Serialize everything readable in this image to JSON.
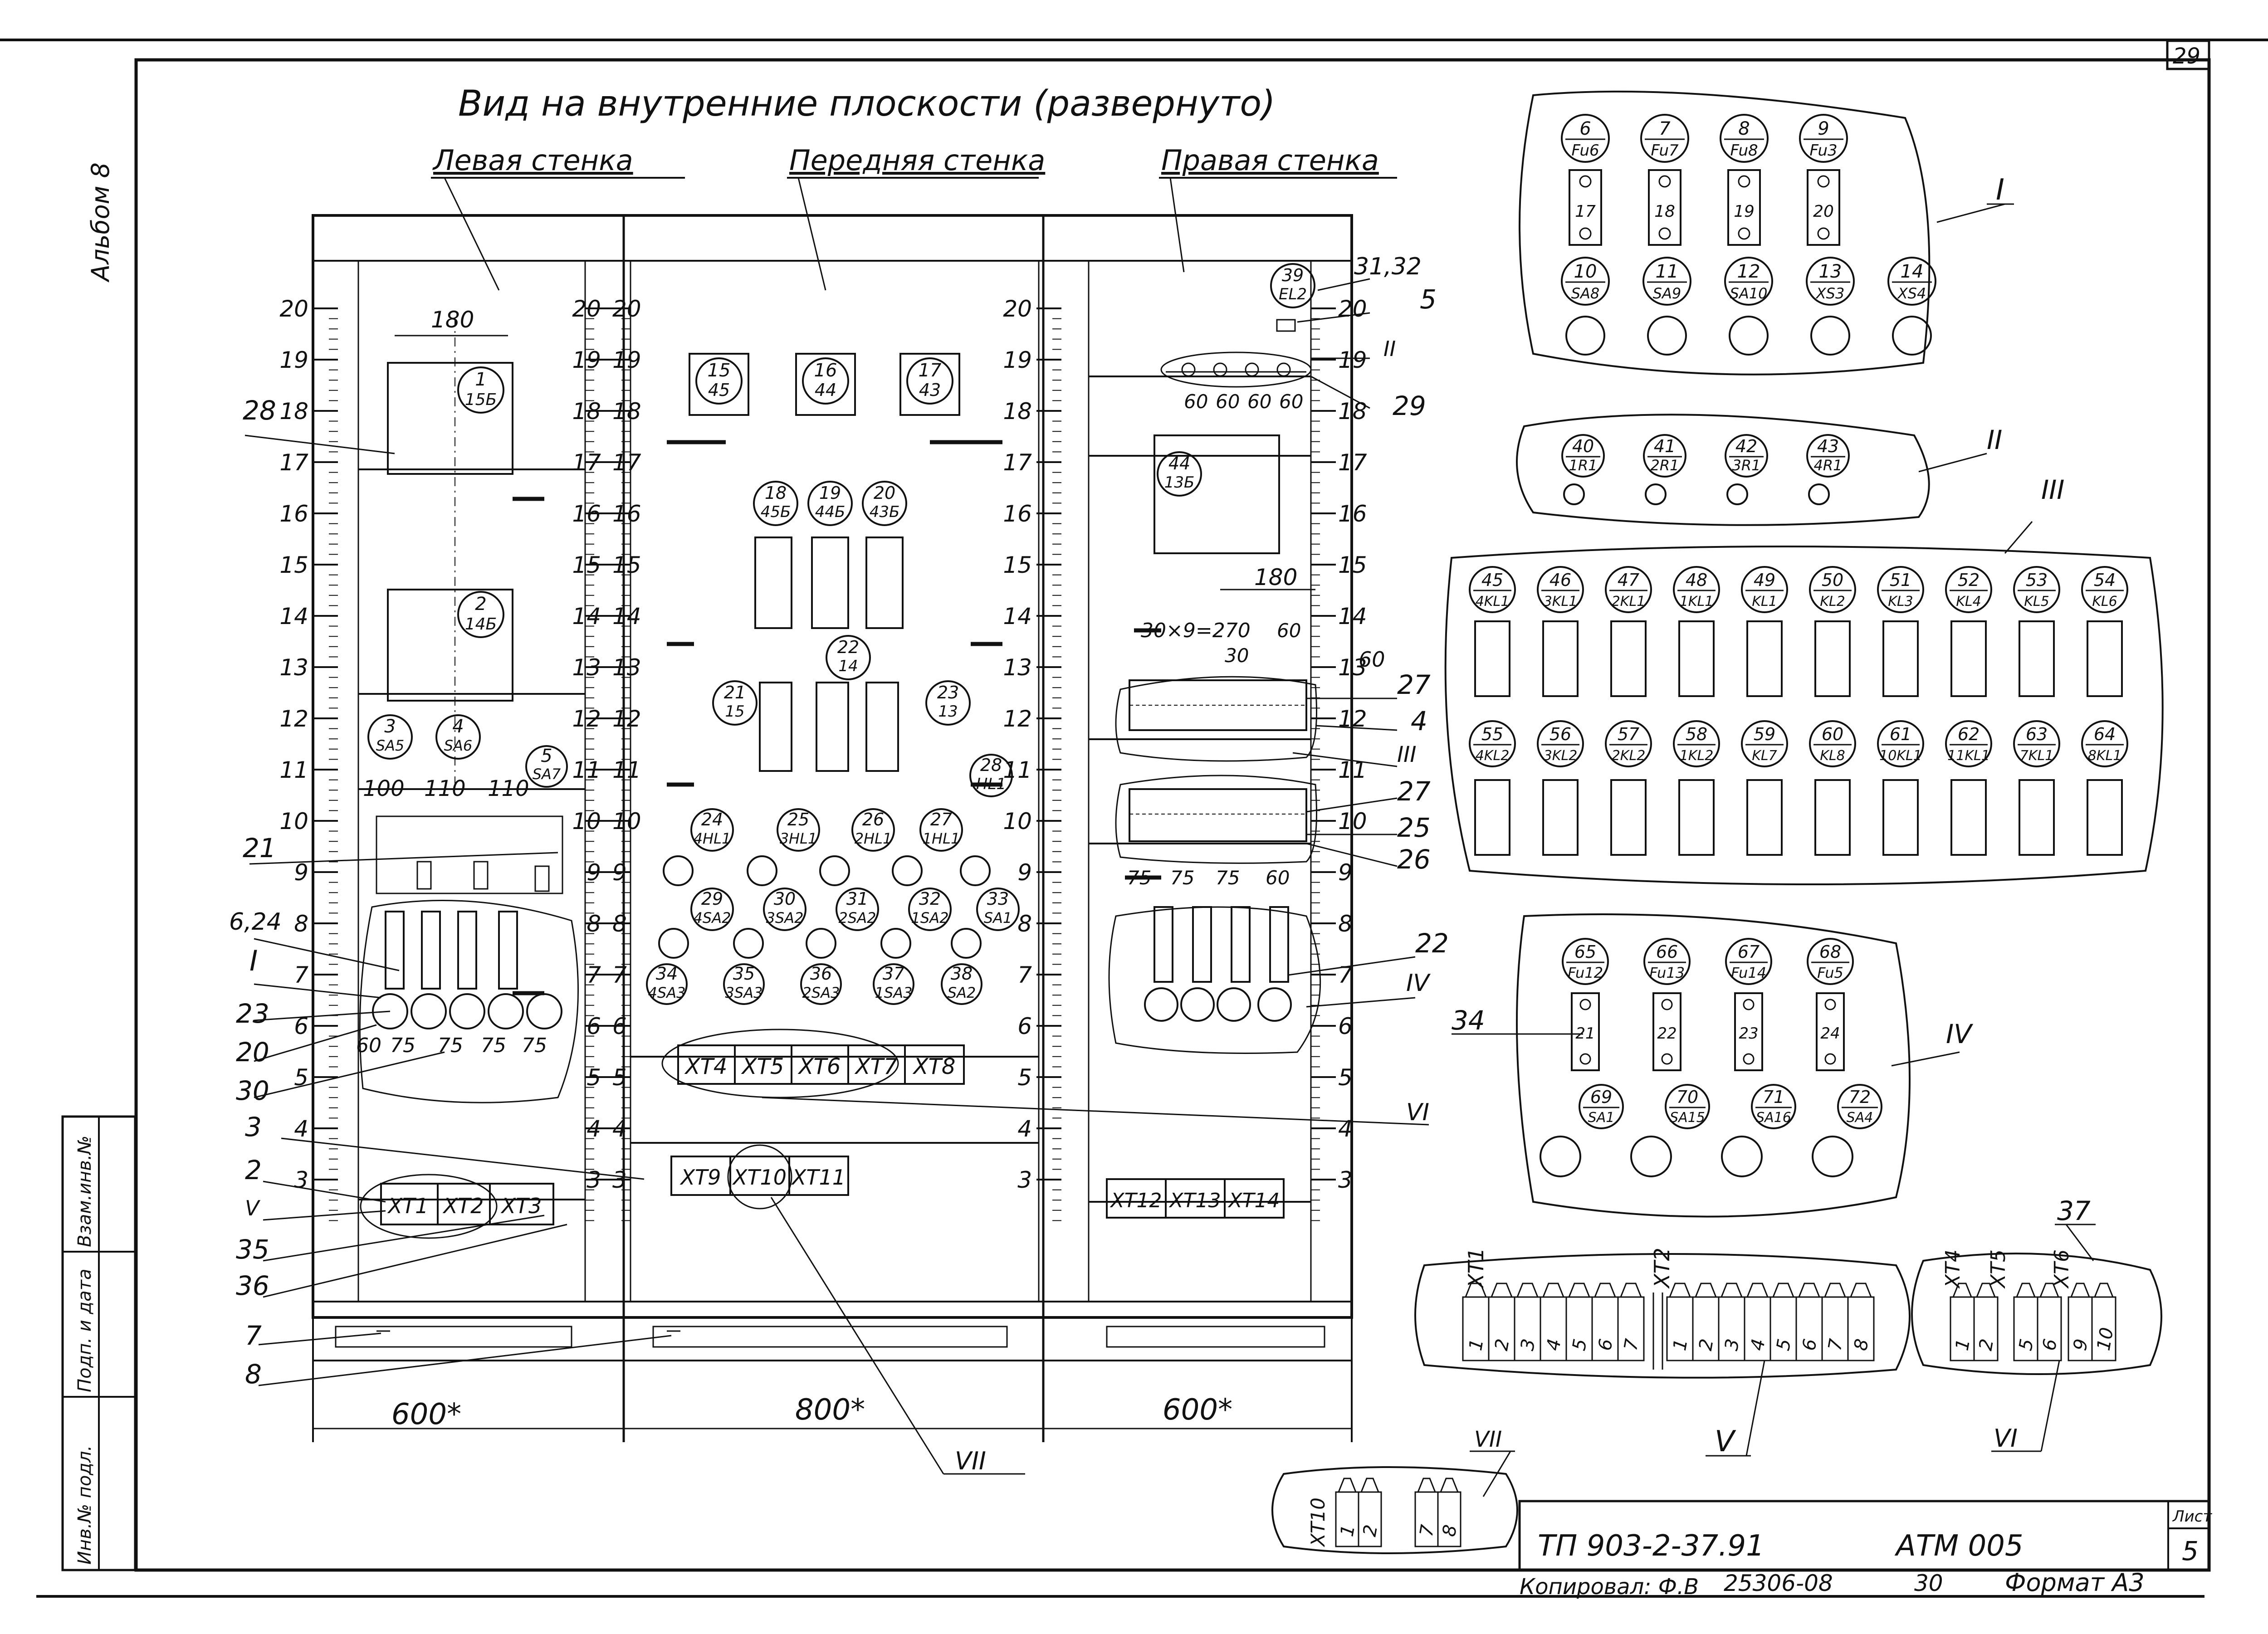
{
  "sheet_number": "29",
  "album": "Альбом 8",
  "title": "Вид на внутренние плоскости (развернуто)",
  "walls": {
    "left": "Левая стенка",
    "front": "Передняя стенка",
    "right": "Правая стенка"
  },
  "width_dims": [
    "600*",
    "800*",
    "600*"
  ],
  "ruler_ticks": [
    "20",
    "19",
    "18",
    "17",
    "16",
    "15",
    "14",
    "13",
    "12",
    "11",
    "10",
    "9",
    "8",
    "7",
    "6",
    "5",
    "4",
    "3"
  ],
  "dims": {
    "left_top": "180",
    "left_row": [
      "100",
      "110",
      "110"
    ],
    "left_bottom": [
      "60",
      "75",
      "75",
      "75",
      "75"
    ],
    "right_mid": "180",
    "rail": "30×9=270",
    "rail_sub": [
      "30",
      "60"
    ],
    "right_fuse": [
      "75",
      "75",
      "75",
      "60"
    ],
    "resistors": [
      "60",
      "60",
      "60",
      "60"
    ],
    "right_60": "60"
  },
  "left_wall": {
    "relays": [
      {
        "n": "1",
        "d": "15Б"
      },
      {
        "n": "2",
        "d": "14Б"
      }
    ],
    "switches": [
      {
        "n": "3",
        "d": "SA5"
      },
      {
        "n": "4",
        "d": "SA6"
      },
      {
        "n": "5",
        "d": "SA7"
      }
    ],
    "terminals": [
      "XT1",
      "XT2",
      "XT3"
    ]
  },
  "front_wall": {
    "top": [
      {
        "n": "15",
        "d": "45"
      },
      {
        "n": "16",
        "d": "44"
      },
      {
        "n": "17",
        "d": "43"
      }
    ],
    "row2": [
      {
        "n": "18",
        "d": "45Б"
      },
      {
        "n": "19",
        "d": "44Б"
      },
      {
        "n": "20",
        "d": "43Б"
      }
    ],
    "row3": [
      {
        "n": "21",
        "d": "15"
      },
      {
        "n": "22",
        "d": "14"
      },
      {
        "n": "23",
        "d": "13"
      }
    ],
    "lamps": [
      {
        "n": "28",
        "d": "HL1"
      },
      {
        "n": "24",
        "d": "4HL1"
      },
      {
        "n": "25",
        "d": "3HL1"
      },
      {
        "n": "26",
        "d": "2HL1"
      },
      {
        "n": "27",
        "d": "1HL1"
      }
    ],
    "switches1": [
      {
        "n": "29",
        "d": "4SA2"
      },
      {
        "n": "30",
        "d": "3SA2"
      },
      {
        "n": "31",
        "d": "2SA2"
      },
      {
        "n": "32",
        "d": "1SA2"
      },
      {
        "n": "33",
        "d": "SA1"
      }
    ],
    "switches2": [
      {
        "n": "34",
        "d": "4SA3"
      },
      {
        "n": "35",
        "d": "3SA3"
      },
      {
        "n": "36",
        "d": "2SA3"
      },
      {
        "n": "37",
        "d": "1SA3"
      },
      {
        "n": "38",
        "d": "SA2"
      }
    ],
    "terminals_upper": [
      "XT4",
      "XT5",
      "XT6",
      "XT7",
      "XT8"
    ],
    "terminals_lower": [
      "XT9",
      "XT10",
      "XT11"
    ]
  },
  "right_wall": {
    "lamp": {
      "n": "39",
      "d": "EL2"
    },
    "relay": {
      "n": "44",
      "d": "13Б"
    },
    "terminals": [
      "XT12",
      "XT13",
      "XT14"
    ]
  },
  "leaders_left": [
    "28",
    "21",
    "6,24",
    "I",
    "23",
    "20",
    "30",
    "3",
    "2",
    "V",
    "35",
    "36",
    "7",
    "8"
  ],
  "leaders_right": [
    "31,32",
    "5",
    "II",
    "29",
    "27",
    "4",
    "III",
    "27",
    "25",
    "26",
    "22",
    "IV",
    "VI"
  ],
  "details": {
    "I": {
      "label": "I",
      "top": [
        {
          "n": "6",
          "d": "Fu6"
        },
        {
          "n": "7",
          "d": "Fu7"
        },
        {
          "n": "8",
          "d": "Fu8"
        },
        {
          "n": "9",
          "d": "Fu3"
        }
      ],
      "fuse_labels": [
        "17",
        "18",
        "19",
        "20"
      ],
      "bottom": [
        {
          "n": "10",
          "d": "SA8"
        },
        {
          "n": "11",
          "d": "SA9"
        },
        {
          "n": "12",
          "d": "SA10"
        },
        {
          "n": "13",
          "d": "XS3"
        },
        {
          "n": "14",
          "d": "XS4"
        }
      ]
    },
    "II": {
      "label": "II",
      "items": [
        {
          "n": "40",
          "d": "1R1"
        },
        {
          "n": "41",
          "d": "2R1"
        },
        {
          "n": "42",
          "d": "3R1"
        },
        {
          "n": "43",
          "d": "4R1"
        }
      ]
    },
    "III": {
      "label": "III",
      "row1": [
        {
          "n": "45",
          "d": "4KL1"
        },
        {
          "n": "46",
          "d": "3KL1"
        },
        {
          "n": "47",
          "d": "2KL1"
        },
        {
          "n": "48",
          "d": "1KL1"
        },
        {
          "n": "49",
          "d": "KL1"
        },
        {
          "n": "50",
          "d": "KL2"
        },
        {
          "n": "51",
          "d": "KL3"
        },
        {
          "n": "52",
          "d": "KL4"
        },
        {
          "n": "53",
          "d": "KL5"
        },
        {
          "n": "54",
          "d": "KL6"
        }
      ],
      "row2": [
        {
          "n": "55",
          "d": "4KL2"
        },
        {
          "n": "56",
          "d": "3KL2"
        },
        {
          "n": "57",
          "d": "2KL2"
        },
        {
          "n": "58",
          "d": "1KL2"
        },
        {
          "n": "59",
          "d": "KL7"
        },
        {
          "n": "60",
          "d": "KL8"
        },
        {
          "n": "61",
          "d": "10KL1"
        },
        {
          "n": "62",
          "d": "11KL1"
        },
        {
          "n": "63",
          "d": "7KL1"
        },
        {
          "n": "64",
          "d": "8KL1"
        }
      ]
    },
    "IV": {
      "label": "IV",
      "top": [
        {
          "n": "65",
          "d": "Fu12"
        },
        {
          "n": "66",
          "d": "Fu13"
        },
        {
          "n": "67",
          "d": "Fu14"
        },
        {
          "n": "68",
          "d": "Fu5"
        }
      ],
      "fuse_labels": [
        "21",
        "22",
        "23",
        "24"
      ],
      "bottom": [
        {
          "n": "69",
          "d": "SA1"
        },
        {
          "n": "70",
          "d": "SA15"
        },
        {
          "n": "71",
          "d": "SA16"
        },
        {
          "n": "72",
          "d": "SA4"
        }
      ],
      "leader": "34"
    },
    "V": {
      "label": "V",
      "xt1": "XT1",
      "xt2": "XT2",
      "a": [
        "1",
        "2",
        "3",
        "4",
        "5",
        "6",
        "7"
      ],
      "b": [
        "1",
        "2",
        "3",
        "4",
        "5",
        "6",
        "7",
        "8"
      ]
    },
    "VI": {
      "label": "VI",
      "xt": [
        "XT4",
        "XT5",
        "XT6"
      ],
      "cells": [
        "1",
        "2",
        "5",
        "6",
        "9",
        "10"
      ],
      "leader": "37"
    },
    "VII": {
      "label": "VII",
      "xt": "XT10",
      "cells": [
        "1",
        "2",
        "7",
        "8"
      ]
    }
  },
  "stamp": {
    "code": "ТП 903-2-37.91",
    "doc": "АТМ 005",
    "list_label": "Лист",
    "list_no": "5",
    "copied": "Копировал: Ф.В",
    "number": "25306-08",
    "num2": "30",
    "format": "Формат А3"
  },
  "side_stamp": [
    "Инв.№ подл.",
    "Подп. и дата",
    "Взам.инв.№"
  ]
}
